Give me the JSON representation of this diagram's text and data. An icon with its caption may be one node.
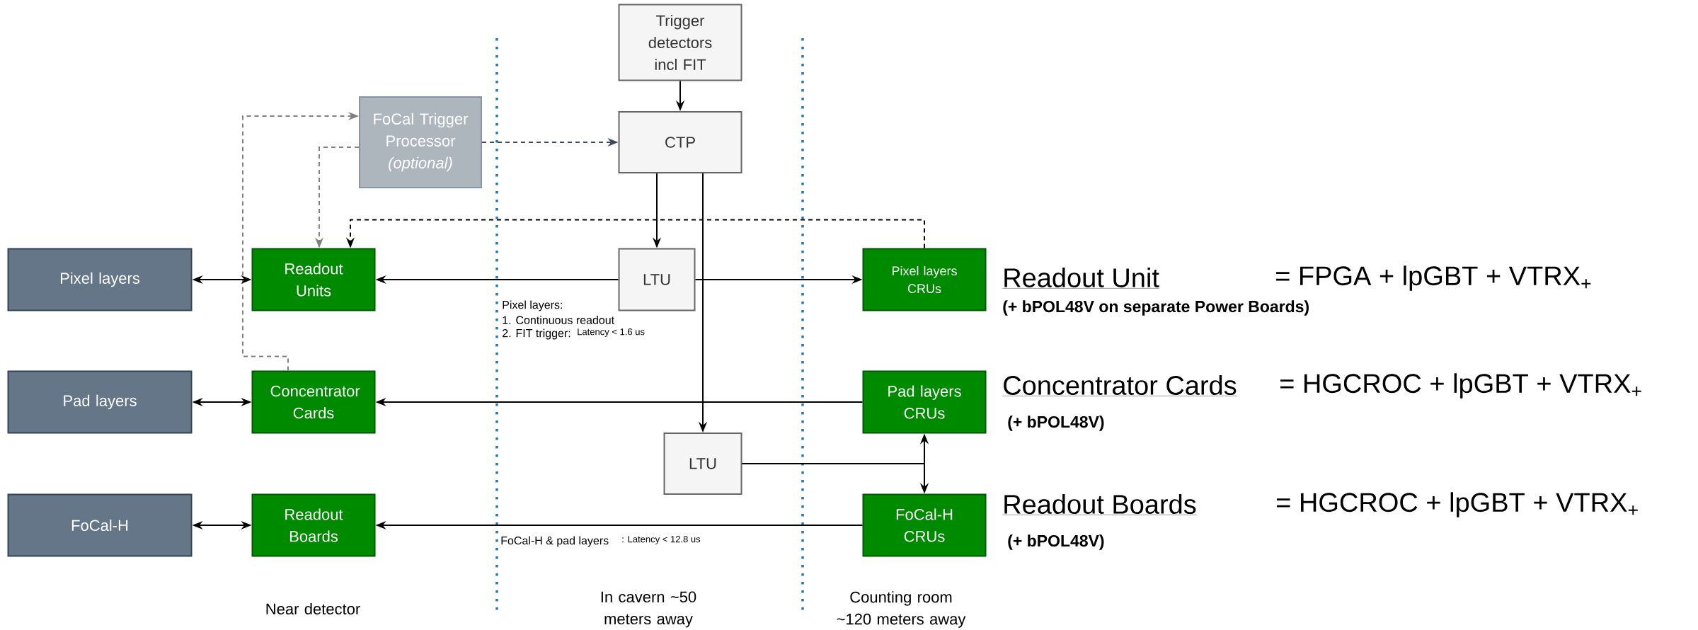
{
  "diagram": {
    "nodes": [
      {
        "text": [
          "Trigger detectors incl FIT"
        ]
      },
      {
        "text": [
          "FoCal Trigger Processor",
          "(optional)"
        ]
      },
      {
        "text": [
          "CTP"
        ]
      },
      {
        "text": [
          "Pixel layers"
        ]
      },
      {
        "text": [
          "Readout Units"
        ]
      },
      {
        "text": [
          "LTU"
        ]
      },
      {
        "text": [
          "Pixel layers CRUs"
        ]
      },
      {
        "text": [
          "Pad layers"
        ]
      },
      {
        "text": [
          "Concentrator Cards"
        ]
      },
      {
        "text": [
          "Pad layers CRUs"
        ]
      },
      {
        "text": [
          "LTU"
        ]
      },
      {
        "text": [
          "FoCal-H"
        ]
      },
      {
        "text": [
          "Readout Boards"
        ]
      },
      {
        "text": [
          "FoCal-H CRUs"
        ]
      }
    ],
    "edges": [
      {
        "from": 0,
        "to": 2,
        "arrow": "to"
      },
      {
        "from": 1,
        "to": 2,
        "arrow": "to",
        "style": "dashed",
        "color": "#3e4a5c"
      },
      {
        "from": 8,
        "to": 1,
        "arrow": "to",
        "style": "dashed",
        "color": "#808080"
      },
      {
        "from": 1,
        "to": 4,
        "arrow": "to",
        "style": "dashed",
        "color": "#808080"
      },
      {
        "from": 6,
        "to": 4,
        "arrow": "to",
        "style": "dashed"
      },
      {
        "from": 2,
        "to": 5,
        "arrow": "to"
      },
      {
        "from": 2,
        "to": 10,
        "arrow": "to"
      },
      {
        "from": 3,
        "to": 4,
        "arrow": "both"
      },
      {
        "from": 5,
        "to": 4,
        "arrow": "to"
      },
      {
        "from": 5,
        "to": 6,
        "arrow": "to"
      },
      {
        "from": 7,
        "to": 8,
        "arrow": "both"
      },
      {
        "from": 9,
        "to": 8,
        "arrow": "to"
      },
      {
        "from": 10,
        "to": 9,
        "arrow": "to"
      },
      {
        "from": 10,
        "to": 13,
        "arrow": "to"
      },
      {
        "from": 11,
        "to": 12,
        "arrow": "both"
      },
      {
        "from": 13,
        "to": 12,
        "arrow": "to"
      }
    ],
    "labels": [
      "Readout Unit",
      "= FPGA + lpGBT + VTRX$_{+}$",
      "Pixel layers:",
      "(+ bPOL48V on separate Power Boards)",
      "1. Continuous readout",
      "2. FIT trigger:",
      "Latency < 1.6 us",
      "Concentrator Cards",
      "= HGCROC + lpGBT + VTRX$_{+}$",
      "(+ bPOL48V)",
      "Readout Boards",
      "= HGCROC + lpGBT + VTRX$_{+}$",
      "FoCal-H & pad layers",
      ": Latency < 12.8 us",
      "(+ bPOL48V)",
      "Near detector",
      "In cavern ~50 meters away",
      "Counting room ~120 meters away"
    ]
  }
}
